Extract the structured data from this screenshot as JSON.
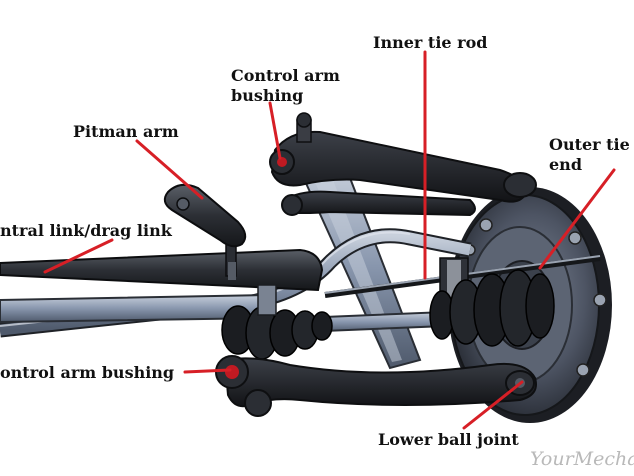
{
  "labels": {
    "inner_tie_rod": "Inner tie rod",
    "control_arm_bushing_upper_1": "Control arm",
    "control_arm_bushing_upper_2": "bushing",
    "pitman_arm": "Pitman arm",
    "outer_tie_1": "Outer tie r",
    "outer_tie_2": "end",
    "central_link": "ntral link/drag link",
    "control_arm_bushing_lower": "ontrol arm bushing",
    "lower_ball_joint": "Lower ball joint"
  },
  "watermark": "YourMecha",
  "colors": {
    "leader": "#d71f26",
    "metal_dark": "#26292e",
    "metal_mid": "#6c7585",
    "metal_light": "#aab3c2",
    "steel_blue": "#93a1b8"
  }
}
